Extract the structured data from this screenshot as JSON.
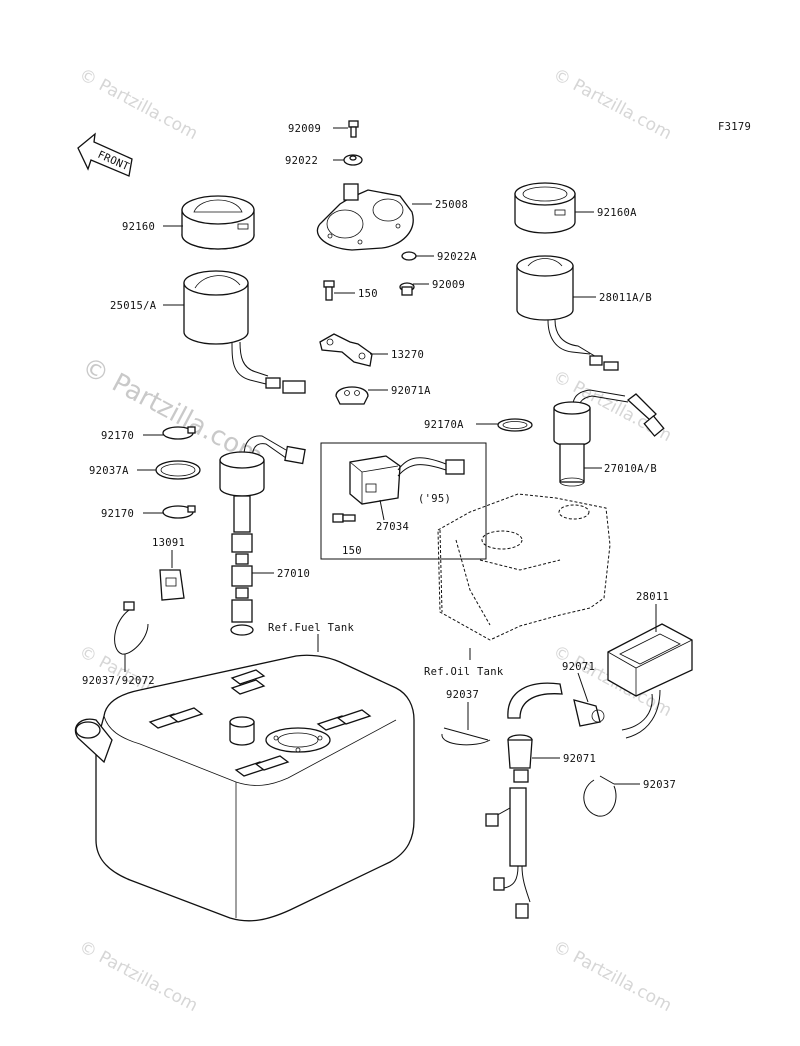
{
  "figure_code": "F3179",
  "front_arrow_text": "FRONT",
  "watermark_text": "© Partzilla.com",
  "center_watermark_text": "© Partzilla.com",
  "inset_year": "('95)",
  "references": {
    "fuel_tank": "Ref.Fuel Tank",
    "oil_tank": "Ref.Oil Tank"
  },
  "labels": {
    "p92009_top": "92009",
    "p92022": "92022",
    "p25008": "25008",
    "p92160": "92160",
    "p92160A": "92160A",
    "p92022A": "92022A",
    "p150_top": "150",
    "p92009_mid": "92009",
    "p25015A": "25015/A",
    "p28011AB": "28011A/B",
    "p13270": "13270",
    "p92071A": "92071A",
    "p92170A": "92170A",
    "p92170_a": "92170",
    "p92037A": "92037A",
    "p27010AB": "27010A/B",
    "p92170_b": "92170",
    "p27034": "27034",
    "p150_inset": "150",
    "p13091": "13091",
    "p27010": "27010",
    "p28011": "28011",
    "p92037_92072": "92037/92072",
    "p92071_a": "92071",
    "p92037_a": "92037",
    "p92071_b": "92071",
    "p92037_b": "92037"
  }
}
